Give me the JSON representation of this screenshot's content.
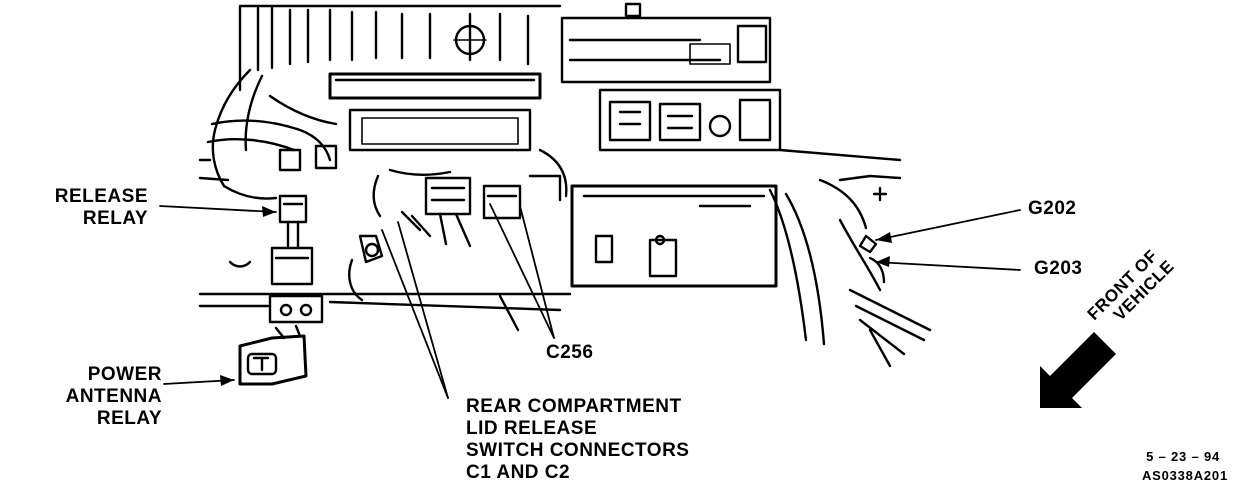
{
  "labels": {
    "release_relay": [
      "RELEASE",
      "RELAY"
    ],
    "power_antenna_relay": [
      "POWER",
      "ANTENNA",
      "RELAY"
    ],
    "c256": "C256",
    "rear_compartment": [
      "REAR COMPARTMENT",
      "LID RELEASE",
      "SWITCH CONNECTORS",
      "C1 AND C2"
    ],
    "g202": "G202",
    "g203": "G203",
    "front_of_vehicle": [
      "FRONT OF",
      "VEHICLE"
    ]
  },
  "footer": {
    "date": "5 – 23 – 94",
    "code": "AS0338A201"
  }
}
